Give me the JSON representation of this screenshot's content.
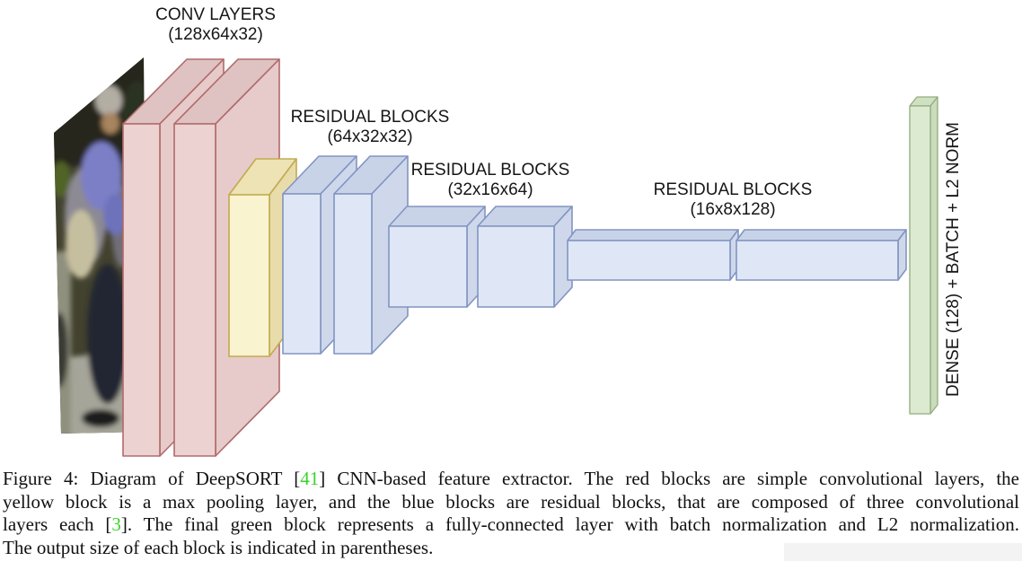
{
  "figure": {
    "labels": {
      "conv": {
        "line1": "CONV LAYERS",
        "line2": "(128x64x32)"
      },
      "res1": {
        "line1": "RESIDUAL BLOCKS",
        "line2": "(64x32x32)"
      },
      "res2": {
        "line1": "RESIDUAL BLOCKS",
        "line2": "(32x16x64)"
      },
      "res3": {
        "line1": "RESIDUAL BLOCKS",
        "line2": "(16x8x128)"
      },
      "dense": "DENSE (128) + BATCH + L2 NORM"
    },
    "caption": {
      "lines": [
        [
          {
            "t": "Figure 4: Diagram of DeepSORT ["
          },
          {
            "t": "41",
            "green": true
          },
          {
            "t": "] CNN-based feature extractor. The red blocks are simple convolutional layers, the"
          }
        ],
        [
          {
            "t": "yellow block is a max pooling layer, and the blue blocks are residual blocks, that are composed of three convolutional"
          }
        ],
        [
          {
            "t": "layers each ["
          },
          {
            "t": "3",
            "green": true
          },
          {
            "t": "]. The final green block represents a fully-connected layer with batch normalization and L2 normalization."
          }
        ],
        [
          {
            "t": "The output size of each block is indicated in parentheses."
          }
        ]
      ]
    },
    "colors": {
      "page-bg": "#ffffff",
      "text": "#111111",
      "citation-green": "#39d32a",
      "artifact-gray": "#f3f3f3",
      "red-front": "#edd2d2",
      "red-top": "#dfc2c2",
      "red-side": "#e7caca",
      "red-border": "#b06a6a",
      "yellow-front": "#f9f3cf",
      "yellow-top": "#eee3b4",
      "yellow-side": "#e8dcab",
      "yellow-border": "#c0ab50",
      "blue-front": "#dfe7f6",
      "blue-top": "#c9d3e8",
      "blue-side": "#cfd8ea",
      "blue-border": "#8294c2",
      "green-front": "#dcead2",
      "green-top": "#d0e1c3",
      "green-side": "#cadcbd",
      "green-border": "#93ac7d"
    }
  }
}
